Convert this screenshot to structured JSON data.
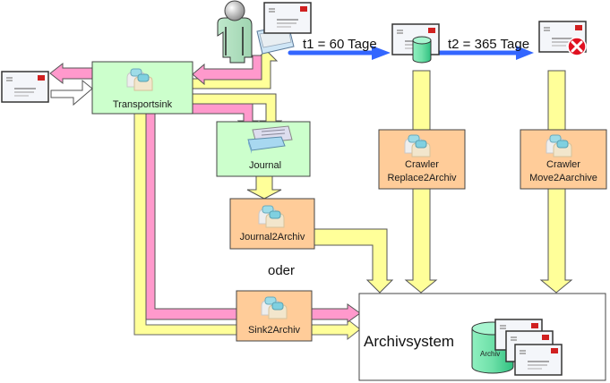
{
  "diagram": {
    "title": "",
    "colors": {
      "node_green": "#ccffcc",
      "node_orange": "#ffcc99",
      "arrow_pink": "#ff99cc",
      "arrow_yellow": "#ffff99",
      "arrow_blue": "#3366ff",
      "archive_box": "#ffffff",
      "db_green": "#66e0a0",
      "delete_red": "#e01020"
    },
    "nodes": {
      "transportsink": {
        "label": "Transportsink",
        "icon": "gears-icon"
      },
      "journal": {
        "label": "Journal",
        "icon": "printer-mail-icon"
      },
      "journal2archiv": {
        "label": "Journal2Archiv",
        "icon": "gears-icon"
      },
      "sink2archiv": {
        "label": "Sink2Archiv",
        "icon": "gears-icon"
      },
      "crawler_replace": {
        "line1": "Crawler",
        "line2": "Replace2Archiv",
        "icon": "gears-icon"
      },
      "crawler_move": {
        "line1": "Crawler",
        "line2": "Move2Aarchive",
        "icon": "gears-icon"
      },
      "archivsystem": {
        "label": "Archivsystem",
        "db_label": "Archiv"
      }
    },
    "edges": {
      "t1": "t1 = 60 Tage",
      "t2": "t2 = 365 Tage"
    },
    "oder": "oder",
    "icons": {
      "user": "user-icon",
      "mailbox": "mailbox-icon",
      "envelope": "envelope-icon",
      "database": "database-icon",
      "delete": "delete-icon"
    }
  }
}
